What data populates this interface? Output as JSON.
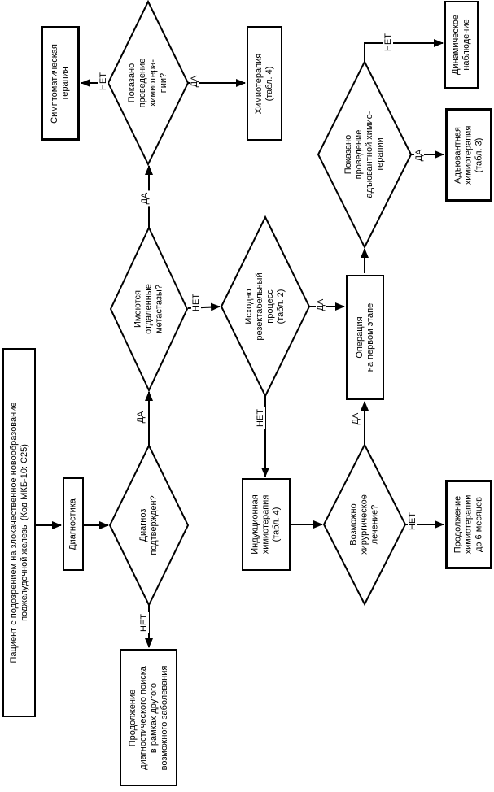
{
  "nodes": {
    "patient": {
      "label": "Пациент с подозрением на злокачественное новообразование\nподжелудочной железы (Код МКБ-10: С25)"
    },
    "diagnostics": {
      "label": "Диагностика"
    },
    "diagnosis_confirmed": {
      "label": "Диагноз\nподтвержден?"
    },
    "continue_search": {
      "label": "Продолжение\nдиагностического поиска\nв рамках другого\nвозможного заболевания"
    },
    "metastases": {
      "label": "Имеются\nотдаленные\nметастазы?"
    },
    "chemo_indicated": {
      "label": "Показано\nпроведение\nхимиотера-\nпии?"
    },
    "symptomatic": {
      "label": "Симптоматическая\nтерапия"
    },
    "chemo": {
      "label": "Химиотерапия\n(табл. 4)"
    },
    "resectable": {
      "label": "Исходно\nрезектабельный\nпроцесс\n(табл. 2)"
    },
    "induction": {
      "label": "Индукционная\nхимиотерапия\n(табл. 4)"
    },
    "operation": {
      "label": "Операция\nна первом этапе"
    },
    "surgery_possible": {
      "label": "Возможно\nхирургическое\nлечение?"
    },
    "continue_chemo": {
      "label": "Продолжение\nхимиотерапии\nдо 6 месяцев"
    },
    "adjuvant_indicated": {
      "label": "Показано\nпроведение\nадъювантной химио-\nтерапии"
    },
    "adjuvant": {
      "label": "Адъювантная\nхимиотерапия\n(табл. 3)"
    },
    "dynamic": {
      "label": "Динамическое\nнаблюдение"
    }
  },
  "edge_labels": {
    "yes": "ДА",
    "no": "НЕТ"
  },
  "edges": [
    {
      "from": "patient",
      "to": "diagnostics",
      "label": ""
    },
    {
      "from": "diagnostics",
      "to": "diagnosis_confirmed",
      "label": ""
    },
    {
      "from": "diagnosis_confirmed",
      "to": "continue_search",
      "label": "НЕТ"
    },
    {
      "from": "diagnosis_confirmed",
      "to": "metastases",
      "label": "ДА"
    },
    {
      "from": "metastases",
      "to": "chemo_indicated",
      "label": "ДА"
    },
    {
      "from": "metastases",
      "to": "resectable",
      "label": "НЕТ"
    },
    {
      "from": "chemo_indicated",
      "to": "symptomatic",
      "label": "НЕТ"
    },
    {
      "from": "chemo_indicated",
      "to": "chemo",
      "label": "ДА"
    },
    {
      "from": "resectable",
      "to": "induction",
      "label": "НЕТ"
    },
    {
      "from": "resectable",
      "to": "operation",
      "label": "ДА"
    },
    {
      "from": "induction",
      "to": "surgery_possible",
      "label": ""
    },
    {
      "from": "surgery_possible",
      "to": "operation",
      "label": "ДА"
    },
    {
      "from": "surgery_possible",
      "to": "continue_chemo",
      "label": "НЕТ"
    },
    {
      "from": "operation",
      "to": "adjuvant_indicated",
      "label": ""
    },
    {
      "from": "adjuvant_indicated",
      "to": "dynamic",
      "label": "НЕТ"
    },
    {
      "from": "adjuvant_indicated",
      "to": "adjuvant",
      "label": "ДА"
    }
  ],
  "colors": {
    "line": "#000000",
    "fill": "#ffffff",
    "text": "#000000"
  }
}
